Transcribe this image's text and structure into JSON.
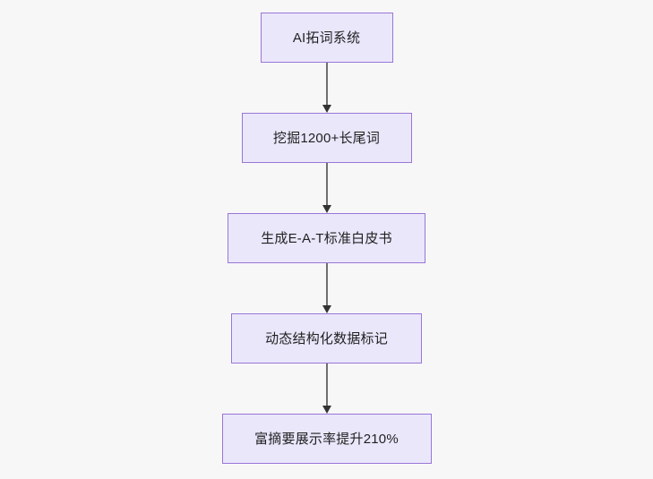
{
  "diagram": {
    "type": "flowchart",
    "orientation": "top-to-bottom",
    "background_color": "#f7f7f8",
    "node_fill_color": "#eae7fb",
    "node_border_color": "#9a76d6",
    "node_text_color": "#1f2020",
    "connector_color": "#6f6f6f",
    "arrowhead_color": "#333333",
    "nodes": [
      {
        "id": "n0",
        "label": "AI拓词系统"
      },
      {
        "id": "n1",
        "label": "挖掘1200+长尾词"
      },
      {
        "id": "n2",
        "label": "生成E-A-T标准白皮书"
      },
      {
        "id": "n3",
        "label": "动态结构化数据标记"
      },
      {
        "id": "n4",
        "label": "富摘要展示率提升210%"
      }
    ],
    "edges": [
      {
        "from": "n0",
        "to": "n1",
        "label": ""
      },
      {
        "from": "n1",
        "to": "n2",
        "label": ""
      },
      {
        "from": "n2",
        "to": "n3",
        "label": ""
      },
      {
        "from": "n3",
        "to": "n4",
        "label": ""
      }
    ]
  }
}
